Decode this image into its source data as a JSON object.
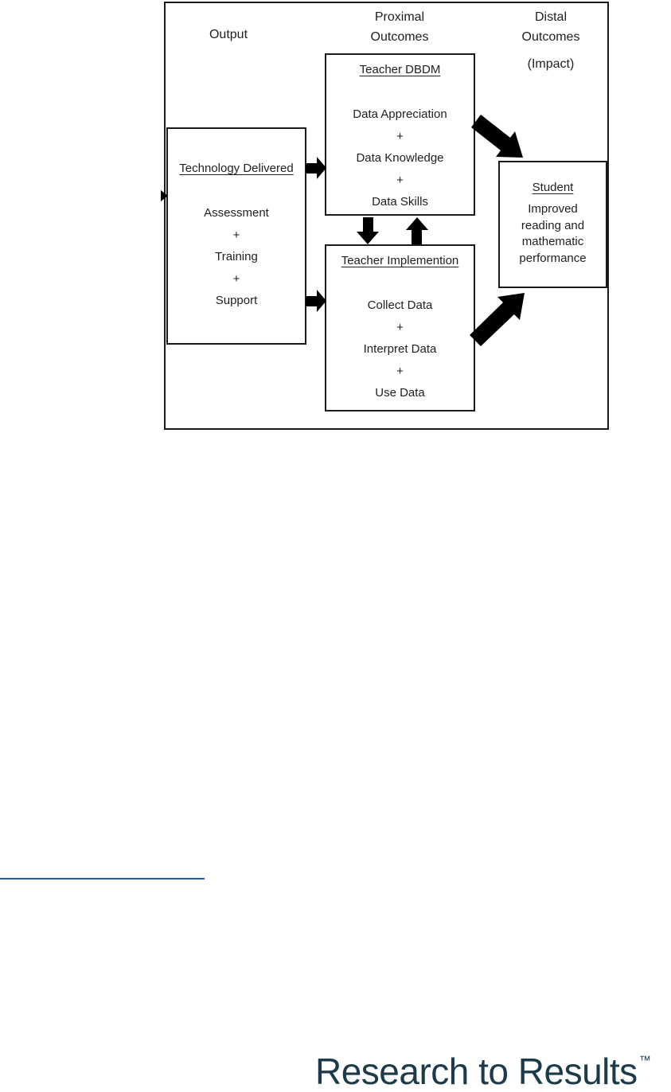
{
  "diagram": {
    "headers": {
      "output": "Output",
      "proximal": "Proximal\nOutcomes",
      "distal": "Distal\nOutcomes",
      "impact": "(Impact)"
    },
    "boxes": {
      "technology": {
        "title": "Technology Delivered",
        "lines": [
          "Assessment",
          "+",
          "Training",
          "+",
          "Support"
        ]
      },
      "teacher_dbdm": {
        "title": "Teacher DBDM",
        "lines": [
          "Data Appreciation",
          "+",
          "Data Knowledge",
          "+",
          "Data Skills"
        ]
      },
      "teacher_implementation": {
        "title": "Teacher Implemention",
        "lines": [
          "Collect Data",
          "+",
          "Interpret Data",
          "+",
          "Use Data"
        ]
      },
      "student": {
        "title": "Student",
        "lines": [
          "Improved",
          "reading and",
          "mathematic",
          "performance"
        ]
      }
    },
    "arrows": [
      "arrow-into-technology",
      "arrow-technology-to-dbdm",
      "arrow-technology-to-implementation",
      "arrow-dbdm-to-implementation",
      "arrow-implementation-to-dbdm",
      "arrow-dbdm-to-student",
      "arrow-implementation-to-student"
    ],
    "colors": {
      "border": "#1a1a1a",
      "arrow": "#000000",
      "text": "#1f1f1f"
    }
  },
  "footnote_rule": {
    "color": "#2061ae"
  },
  "logo": {
    "text": "Research to Results",
    "trademark": "™",
    "color": "#1c3a49"
  }
}
